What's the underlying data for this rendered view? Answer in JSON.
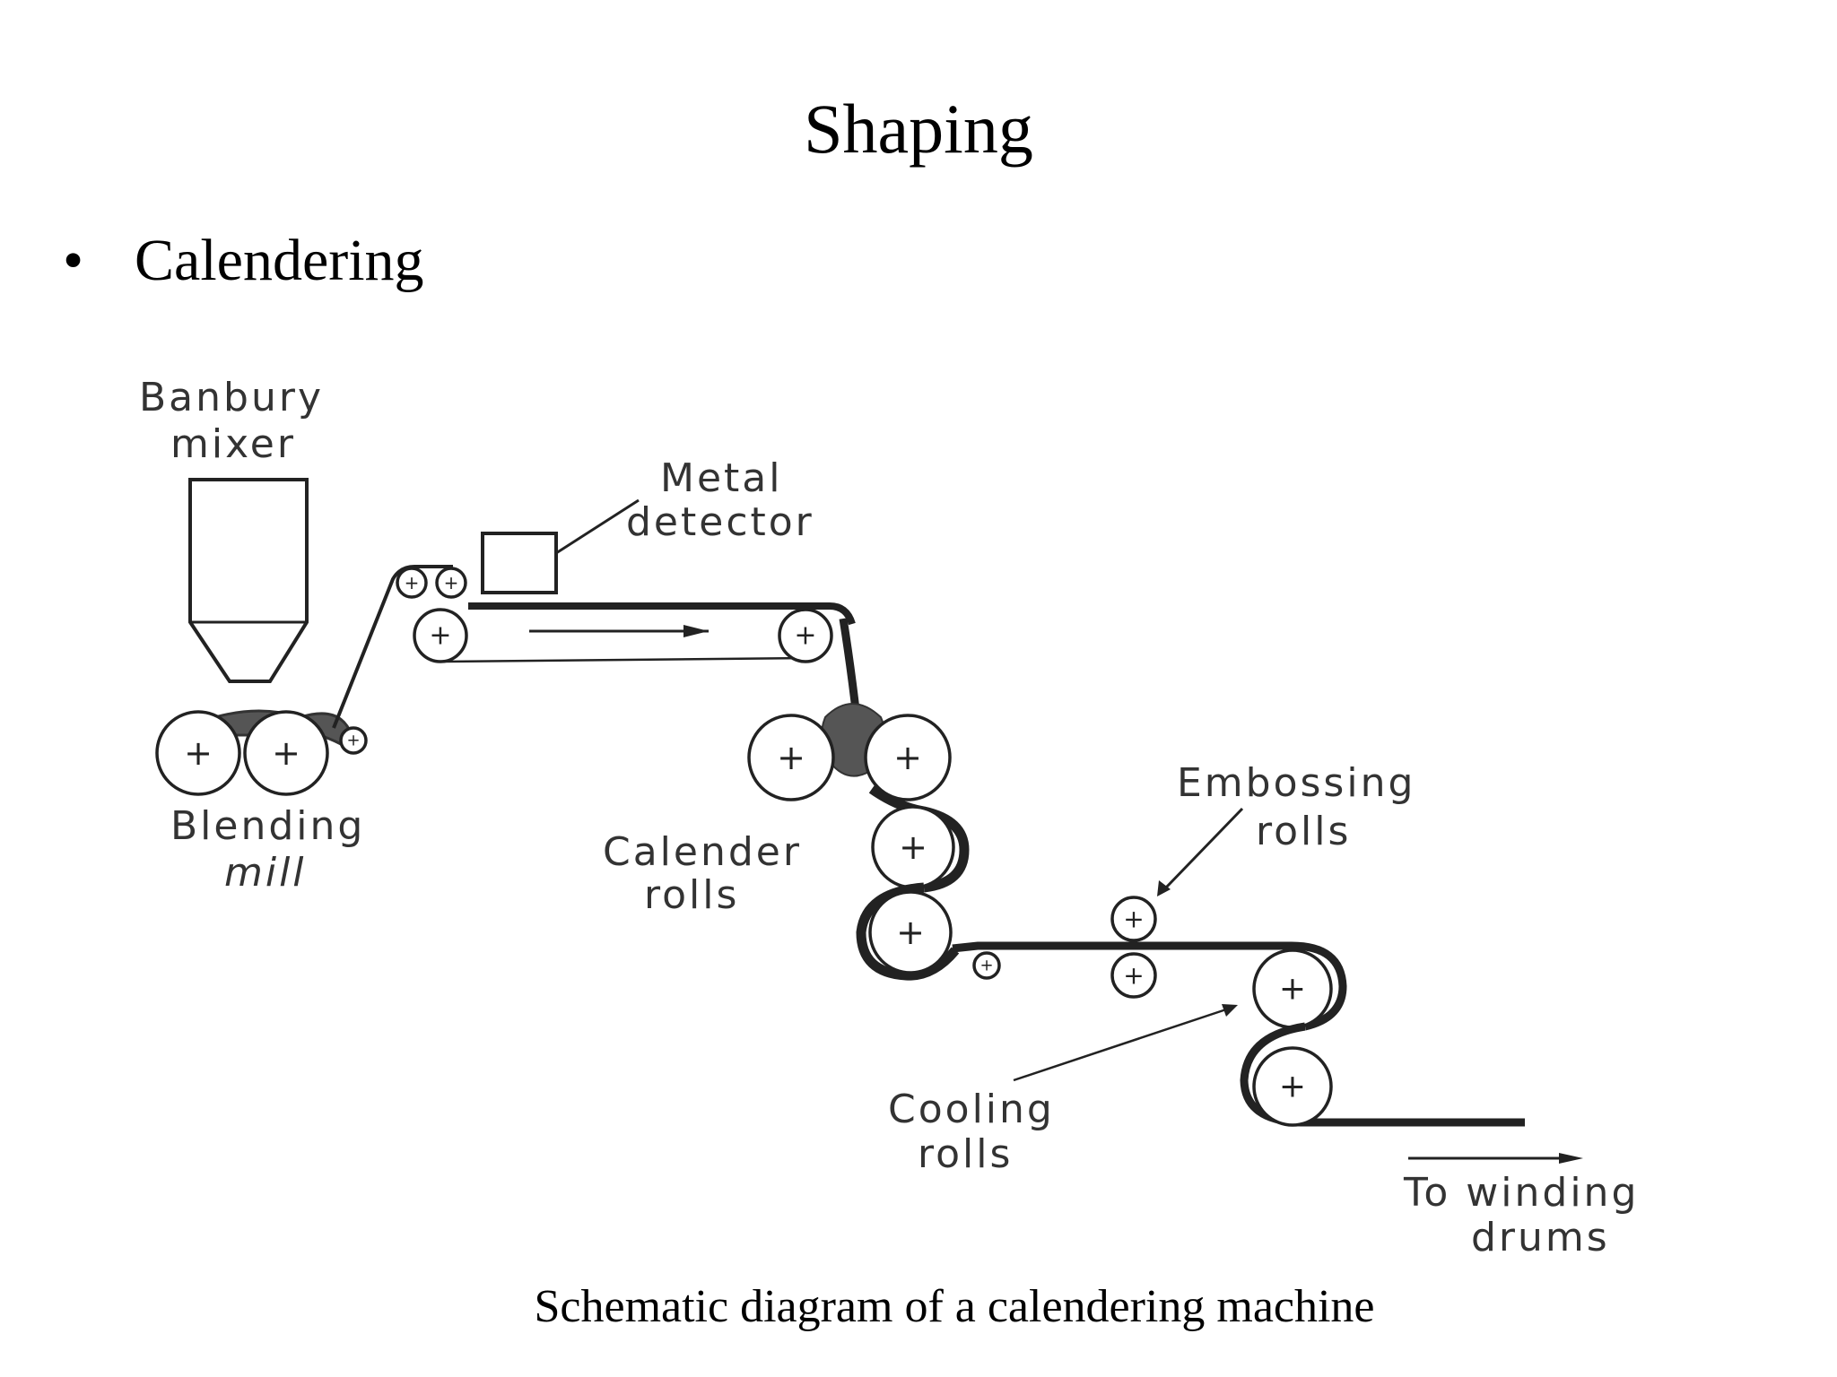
{
  "slide": {
    "title": "Shaping",
    "bullet": "Calendering",
    "caption": "Schematic diagram of a calendering machine"
  },
  "diagram": {
    "labels": {
      "banbury_mixer": [
        "Banbury",
        "mixer"
      ],
      "metal_detector": [
        "Metal",
        "detector"
      ],
      "blending_mill": [
        "Blending",
        "mill"
      ],
      "calender_rolls": [
        "Calender",
        "rolls"
      ],
      "embossing_rolls": [
        "Embossing",
        "rolls"
      ],
      "cooling_rolls": [
        "Cooling",
        "rolls"
      ],
      "to_winding_drums": [
        "To winding",
        "drums"
      ]
    },
    "roll_symbol": "+"
  }
}
